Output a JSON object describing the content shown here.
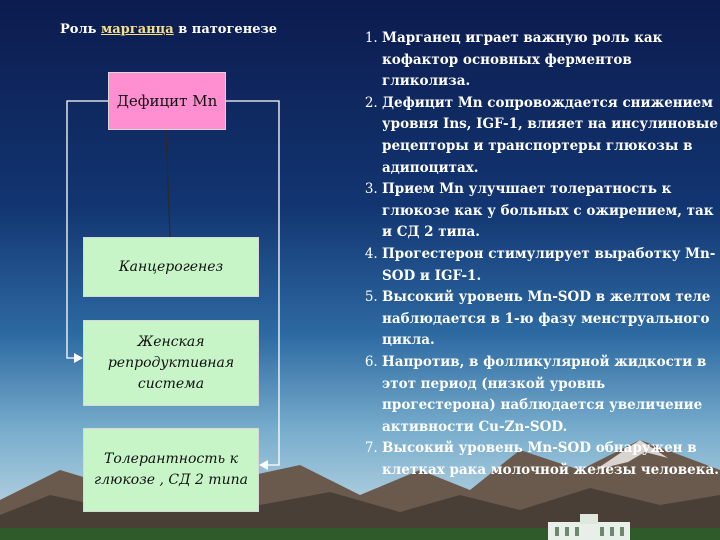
{
  "title": {
    "prefix": "Роль ",
    "highlight": "марганца",
    "suffix": " в патогенезе"
  },
  "flow": {
    "box1": "Дефицит Mn",
    "box2": "Канцерогенез",
    "box3": "Женская репродуктивная система",
    "box4": "Толерантность к глюкозе , СД 2 типа"
  },
  "points": [
    "Марганец играет важную роль как кофактор основных ферментов гликолиза.",
    "Дефицит Mn сопровождается снижением уровня Ins, IGF-1, влияет на инсулиновые рецепторы и транспортеры глюкозы в адипоцитах.",
    "Прием Mn улучшает толератность к глюкозе как у больных с ожирением, так и СД 2 типа.",
    "Прогестерон стимулирует выработку Mn-SOD и IGF-1.",
    "Высокий уровень Mn-SOD в желтом теле наблюдается в 1-ю фазу менструального цикла.",
    "Напротив, в фолликулярной жидкости в этот период (низкой уровнь прогестерона) наблюдается увеличение активности Cu-Zn-SOD.",
    "Высокий уровень Mn-SOD обнаружен в клетках рака молочной железы человека."
  ],
  "colors": {
    "deficit_box": "#ff8fd0",
    "flow_boxes": "#c8f5c8",
    "title_highlight": "#f5e08a",
    "text": "#ffffff"
  }
}
